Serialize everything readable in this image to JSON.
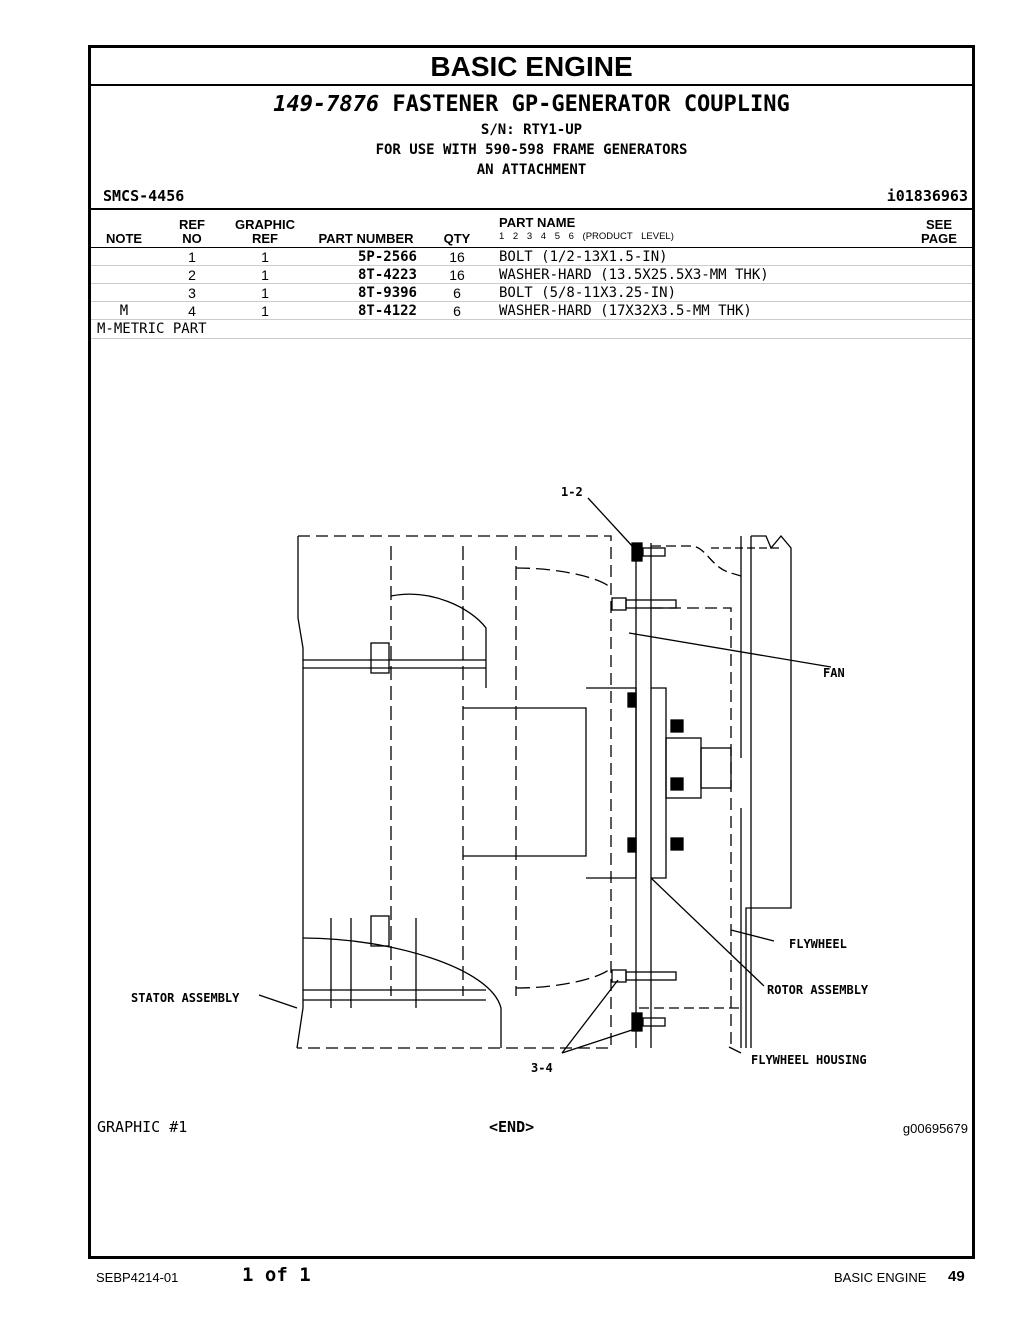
{
  "header": {
    "section_title": "BASIC ENGINE",
    "group_number": "149-7876",
    "group_name": "FASTENER GP-GENERATOR COUPLING",
    "serial": "S/N: RTY1-UP",
    "usage": "FOR USE WITH 590-598 FRAME GENERATORS",
    "attachment": "AN ATTACHMENT",
    "smcs": "SMCS-4456",
    "info_id": "i01836963"
  },
  "table": {
    "columns": {
      "note": "NOTE",
      "ref_top": "REF",
      "ref_bottom": "NO",
      "graphic_top": "GRAPHIC",
      "graphic_bottom": "REF",
      "part_number": "PART NUMBER",
      "qty": "QTY",
      "part_name": "PART NAME",
      "product_level": "1 2 3 4 5 6 (PRODUCT LEVEL)",
      "see_top": "SEE",
      "see_bottom": "PAGE"
    },
    "rows": [
      {
        "note": "",
        "ref": "1",
        "graphic_ref": "1",
        "part_number": "5P-2566",
        "qty": "16",
        "part_name": "BOLT (1/2-13X1.5-IN)"
      },
      {
        "note": "",
        "ref": "2",
        "graphic_ref": "1",
        "part_number": "8T-4223",
        "qty": "16",
        "part_name": "WASHER-HARD (13.5X25.5X3-MM THK)"
      },
      {
        "note": "",
        "ref": "3",
        "graphic_ref": "1",
        "part_number": "8T-9396",
        "qty": "6",
        "part_name": "BOLT (5/8-11X3.25-IN)"
      },
      {
        "note": "M",
        "ref": "4",
        "graphic_ref": "1",
        "part_number": "8T-4122",
        "qty": "6",
        "part_name": "WASHER-HARD (17X32X3.5-MM THK)"
      }
    ],
    "metric_note": "M-METRIC PART"
  },
  "graphic": {
    "callouts": {
      "top_ref": "1-2",
      "bottom_ref": "3-4",
      "fan": "FAN",
      "flywheel": "FLYWHEEL",
      "rotor": "ROTOR ASSEMBLY",
      "stator": "STATOR ASSEMBLY",
      "housing": "FLYWHEEL HOUSING"
    },
    "label": "GRAPHIC #1",
    "end": "<END>",
    "graphic_id": "g00695679"
  },
  "footer": {
    "doc_number": "SEBP4214-01",
    "page_of": "1 of 1",
    "section": "BASIC ENGINE",
    "page_number": "49"
  }
}
